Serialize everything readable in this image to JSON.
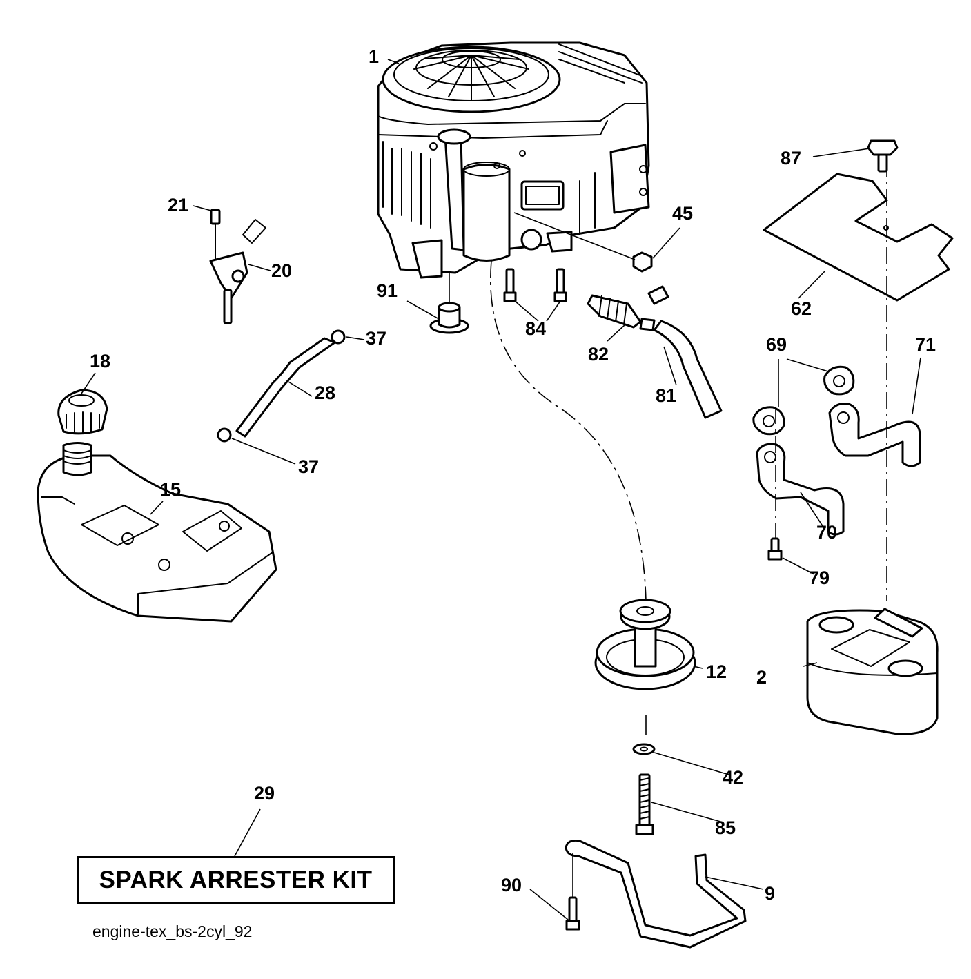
{
  "callouts": {
    "c1": "1",
    "c2": "2",
    "c9": "9",
    "c12": "12",
    "c15": "15",
    "c18": "18",
    "c20": "20",
    "c21": "21",
    "c28": "28",
    "c29": "29",
    "c37a": "37",
    "c37b": "37",
    "c42": "42",
    "c45": "45",
    "c62": "62",
    "c69": "69",
    "c70": "70",
    "c71": "71",
    "c79": "79",
    "c81": "81",
    "c82": "82",
    "c84": "84",
    "c85": "85",
    "c87": "87",
    "c90": "90",
    "c91": "91"
  },
  "kit_label": "SPARK ARRESTER KIT",
  "reference_code": "engine-tex_bs-2cyl_92"
}
